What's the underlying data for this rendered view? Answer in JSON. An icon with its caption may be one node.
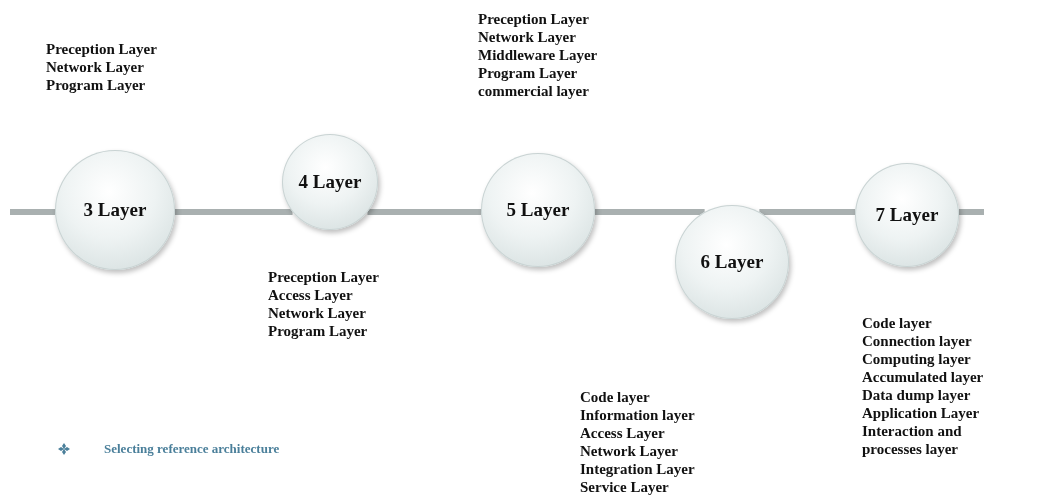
{
  "diagram": {
    "nodes": [
      {
        "text": [
          "3 Layer"
        ],
        "beside": [
          "Preception Layer",
          "Network Layer",
          "Program Layer"
        ]
      },
      {
        "text": [
          "4 Layer"
        ],
        "beside": [
          "Preception Layer",
          "Access Layer",
          "Network Layer",
          "Program Layer"
        ]
      },
      {
        "text": [
          "5 Layer"
        ],
        "beside": [
          "Preception Layer",
          "Network Layer",
          "Middleware Layer",
          "Program Layer",
          "commercial layer"
        ]
      },
      {
        "text": [
          "6 Layer"
        ],
        "beside": [
          "Code layer",
          "Information layer",
          "Access Layer",
          "Network Layer",
          "Integration Layer",
          "Service Layer"
        ]
      },
      {
        "text": [
          "7 Layer"
        ],
        "beside": [
          "Code layer",
          "Connection layer",
          "Computing layer",
          "Accumulated layer",
          "Data dump layer",
          "Application Layer",
          "Interaction and processes layer"
        ]
      }
    ],
    "edges": [
      {
        "from": 0,
        "to": 1,
        "arrow": "none"
      },
      {
        "from": 1,
        "to": 2,
        "arrow": "none"
      },
      {
        "from": 2,
        "to": 3,
        "arrow": "none"
      },
      {
        "from": 3,
        "to": 4,
        "arrow": "none"
      }
    ],
    "labels": [
      "Selecting reference architecture"
    ]
  }
}
